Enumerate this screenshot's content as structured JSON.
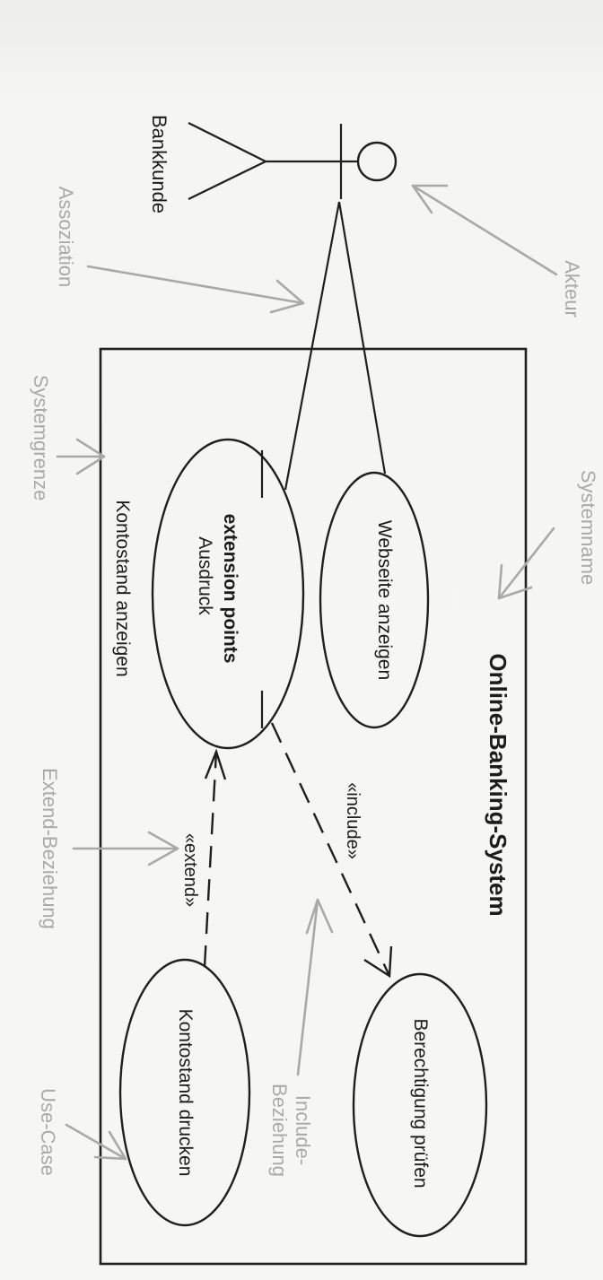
{
  "system": {
    "name": "Online-Banking-System"
  },
  "actor": {
    "name": "Bankkunde"
  },
  "use_cases": {
    "webseite": "Webseite anzeigen",
    "kontostand_anzeigen": {
      "name": "Kontostand anzeigen",
      "extension_points_title": "extension points",
      "extension_point": "Ausdruck"
    },
    "berechtigung": "Berechtigung prüfen",
    "kontostand_drucken": "Kontostand drucken"
  },
  "relations": {
    "include": "«include»",
    "extend": "«extend»"
  },
  "annotations": {
    "akteur": "Akteur",
    "assoziation": "Assoziation",
    "systemname": "Systemname",
    "systemgrenze": "Systemgrenze",
    "extend_beziehung": "Extend-Beziehung",
    "include_line1": "Include-",
    "include_line2": "Beziehung",
    "use_case": "Use-Case"
  },
  "colors": {
    "diagram": "#1f1f1f",
    "annotation": "#a9a9a9",
    "background": "#f4f4f2"
  }
}
